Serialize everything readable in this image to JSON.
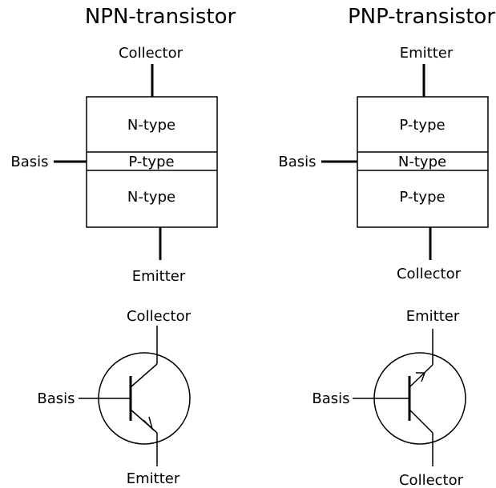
{
  "npn": {
    "title": "NPN-transistor",
    "block": {
      "top_terminal": "Collector",
      "bottom_terminal": "Emitter",
      "side_terminal": "Basis",
      "layer_top": "N-type",
      "layer_middle": "P-type",
      "layer_bottom": "N-type"
    },
    "symbol": {
      "top_terminal": "Collector",
      "bottom_terminal": "Emitter",
      "side_terminal": "Basis"
    }
  },
  "pnp": {
    "title": "PNP-transistor",
    "block": {
      "top_terminal": "Emitter",
      "bottom_terminal": "Collector",
      "side_terminal": "Basis",
      "layer_top": "P-type",
      "layer_middle": "N-type",
      "layer_bottom": "P-type"
    },
    "symbol": {
      "top_terminal": "Emitter",
      "bottom_terminal": "Collector",
      "side_terminal": "Basis"
    }
  }
}
